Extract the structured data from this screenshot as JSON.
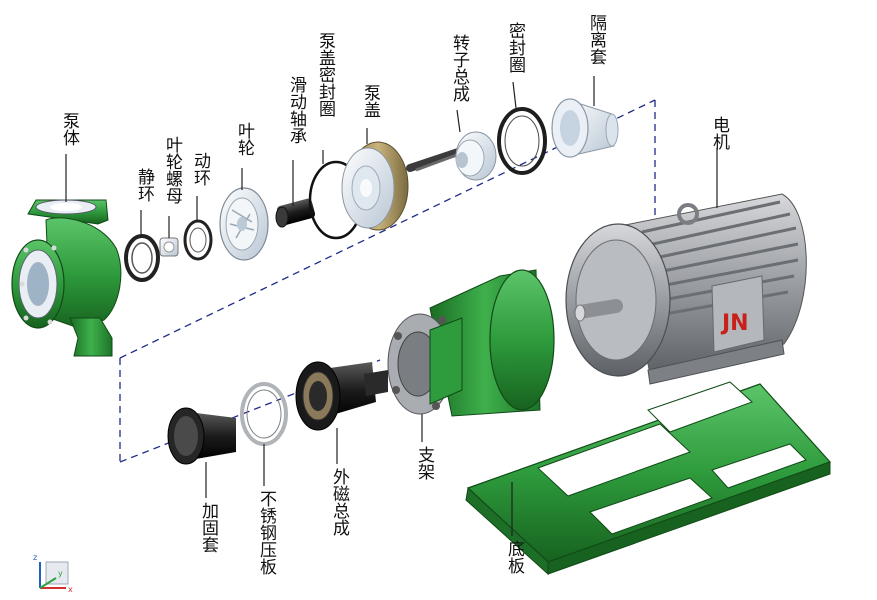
{
  "diagram": {
    "brand_mark": "JN",
    "parts": [
      {
        "id": "pump-body",
        "label": "泵体"
      },
      {
        "id": "static-ring",
        "label": "静环"
      },
      {
        "id": "impeller-nut",
        "label": "叶轮螺母"
      },
      {
        "id": "moving-ring",
        "label": "动环"
      },
      {
        "id": "impeller",
        "label": "叶轮"
      },
      {
        "id": "sliding-bearing",
        "label": "滑动轴承"
      },
      {
        "id": "pump-cover-seal",
        "label": "泵盖密封圈"
      },
      {
        "id": "pump-cover",
        "label": "泵盖"
      },
      {
        "id": "rotor-assembly",
        "label": "转子总成"
      },
      {
        "id": "seal-ring",
        "label": "密封圈"
      },
      {
        "id": "isolation-sleeve",
        "label": "隔离套"
      },
      {
        "id": "motor",
        "label": "电机"
      },
      {
        "id": "reinforcing-sleeve",
        "label": "加固套"
      },
      {
        "id": "stainless-pressure-plate",
        "label": "不锈钢压板"
      },
      {
        "id": "outer-magnet-assembly",
        "label": "外磁总成"
      },
      {
        "id": "bracket",
        "label": "支架"
      },
      {
        "id": "base-plate",
        "label": "底板"
      }
    ],
    "colors": {
      "pump_green": "#2e9b3c",
      "ptfe_white": "#e8eef4",
      "motor_grey": "#9a9da2",
      "brand_red": "#c8201a",
      "assembly_line": "#1e2a8a"
    },
    "axis_indicator": {
      "x": "x",
      "y": "y",
      "z": "z"
    }
  }
}
